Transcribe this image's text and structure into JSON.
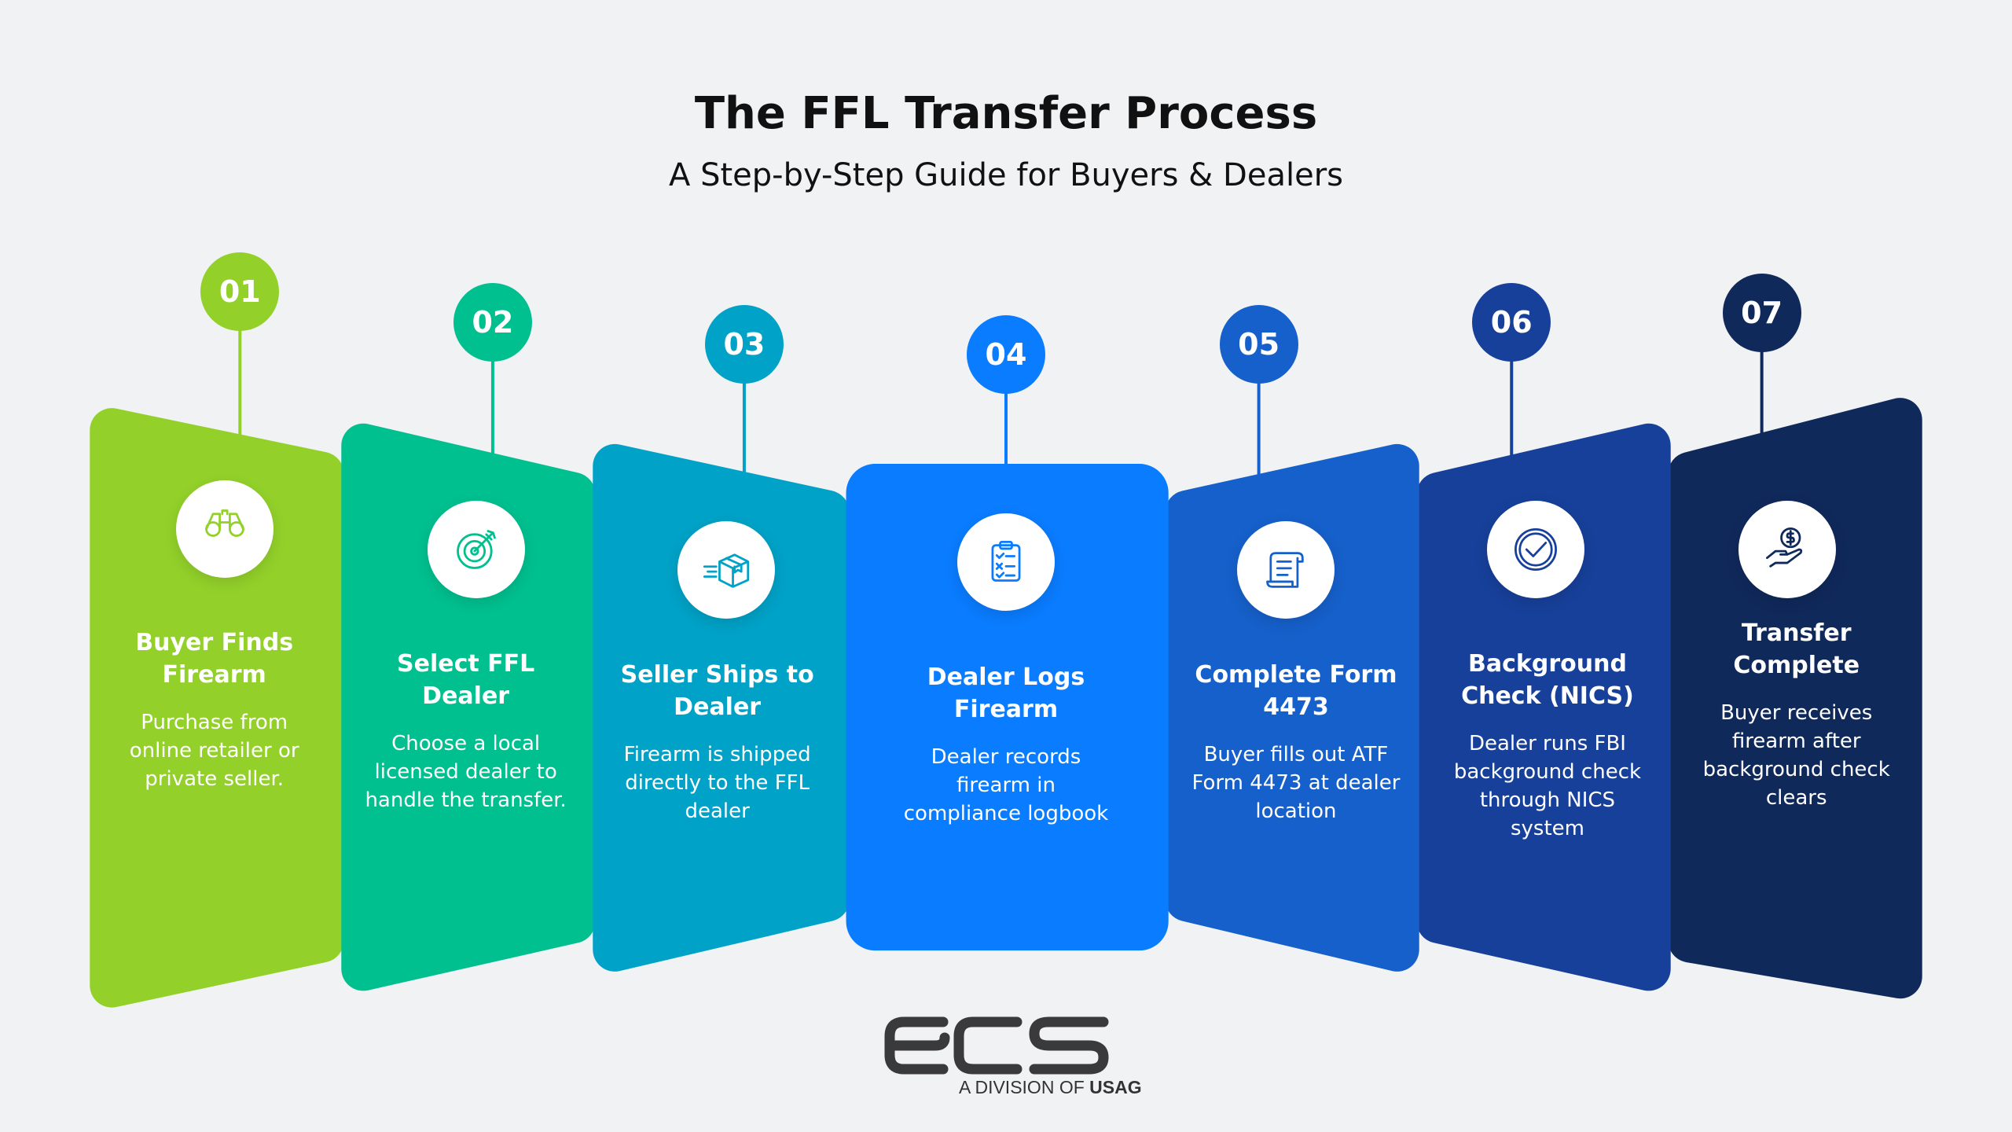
{
  "header": {
    "title": "The FFL Transfer Process",
    "subtitle": "A Step-by-Step Guide for Buyers & Dealers"
  },
  "steps": [
    {
      "number": "01",
      "title": "Buyer Finds Firearm",
      "description": "Purchase from online retailer or private seller.",
      "icon": "binoculars-icon",
      "color": "#93d12a"
    },
    {
      "number": "02",
      "title": "Select FFL Dealer",
      "description": "Choose a local licensed dealer to handle the transfer.",
      "icon": "target-icon",
      "color": "#00c08f"
    },
    {
      "number": "03",
      "title": "Seller Ships to Dealer",
      "description": "Firearm is shipped directly to the FFL dealer",
      "icon": "shipping-box-icon",
      "color": "#00a2c7"
    },
    {
      "number": "04",
      "title": "Dealer Logs Firearm",
      "description": "Dealer records firearm in compliance logbook",
      "icon": "clipboard-checklist-icon",
      "color": "#0a7cff"
    },
    {
      "number": "05",
      "title": "Complete Form 4473",
      "description": "Buyer fills out ATF Form 4473 at dealer location",
      "icon": "form-scroll-icon",
      "color": "#1660cb"
    },
    {
      "number": "06",
      "title": "Background Check (NICS)",
      "description": "Dealer runs FBI background check through NICS system",
      "icon": "checkmark-circle-icon",
      "color": "#17409a"
    },
    {
      "number": "07",
      "title": "Transfer Complete",
      "description": "Buyer receives firearm after background check clears",
      "icon": "hand-dollar-icon",
      "color": "#10295b"
    }
  ],
  "footer": {
    "logo_text": "ecs",
    "division_prefix": "A DIVISION OF",
    "division_name": "USAG",
    "logo_color": "#3a3a3c"
  }
}
